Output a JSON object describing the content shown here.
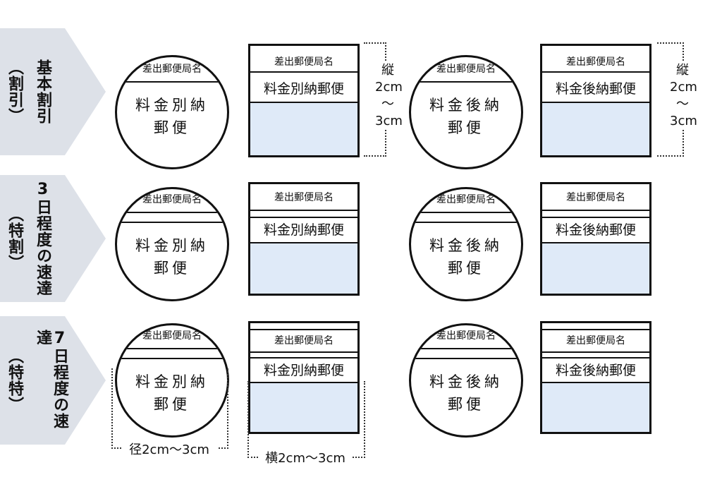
{
  "rows": [
    {
      "title": "基本割引",
      "sub": "（割引）",
      "variant": 1
    },
    {
      "title": "3日程度の速達",
      "sub": "（特割）",
      "variant": 2
    },
    {
      "title": "7日程度の速達",
      "sub": "（特特）",
      "variant": 3
    }
  ],
  "stamp": {
    "office": "差出郵便局名",
    "betsu_circle_l1": "料金別納",
    "betsu_circle_l2": "郵便",
    "ato_circle_l1": "料金後納",
    "ato_circle_l2": "郵便",
    "betsu_rect": "料金別納郵便",
    "ato_rect": "料金後納郵便"
  },
  "dims": {
    "vertical": [
      "縦",
      "2cm",
      "～",
      "3cm"
    ],
    "diameter": "径2cm〜3cm",
    "horizontal": "横2cm〜3cm"
  },
  "colors": {
    "chevron": "#dde1e8",
    "fill": "#dfeaf8"
  }
}
